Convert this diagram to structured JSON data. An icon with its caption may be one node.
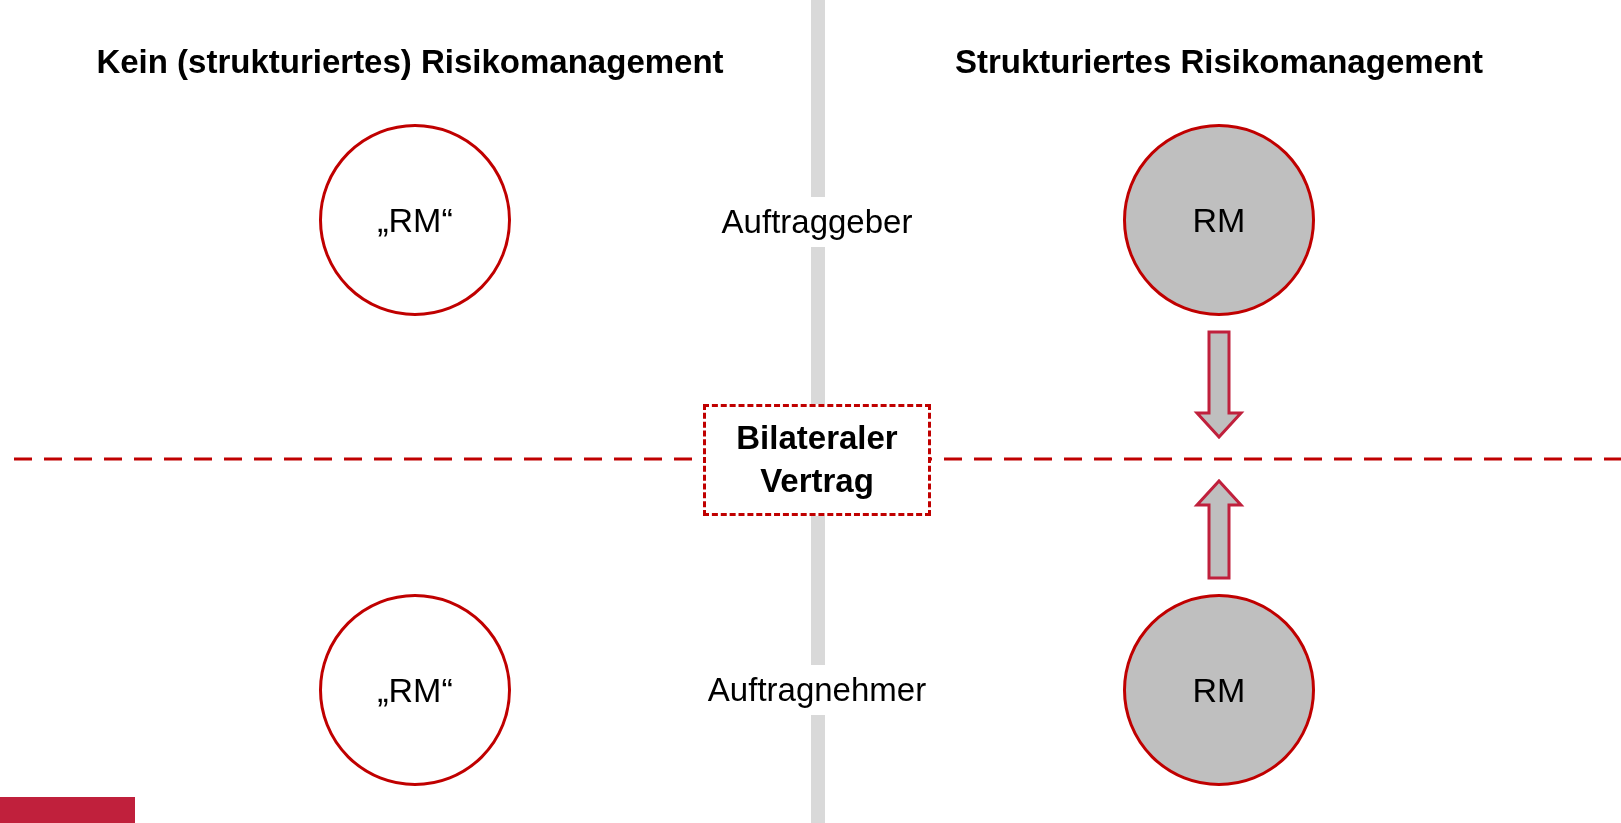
{
  "diagram": {
    "nodes": [
      {
        "text": [
          "„RM“"
        ]
      },
      {
        "text": [
          "RM"
        ]
      },
      {
        "text": [
          "Bilateraler Vertrag"
        ]
      },
      {
        "text": [
          "„RM“"
        ]
      },
      {
        "text": [
          "RM"
        ]
      }
    ],
    "edges": [
      {
        "from": 1,
        "to": null,
        "arrow": "to",
        "style": "thick"
      },
      {
        "from": 4,
        "to": null,
        "arrow": "to",
        "style": "thick"
      }
    ],
    "labels": [
      "Kein (strukturiertes) Risikomanagement",
      "Strukturiertes Risikomanagement",
      "Auftraggeber",
      "Auftragnehmer"
    ]
  }
}
